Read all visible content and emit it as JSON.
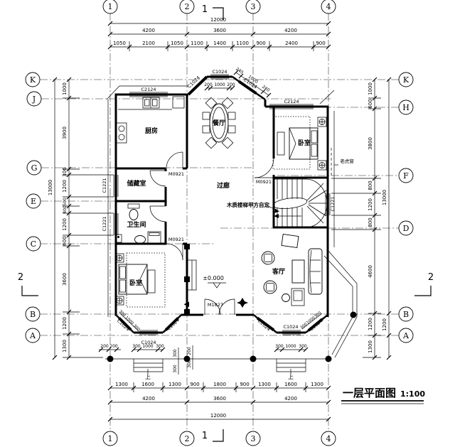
{
  "title": {
    "text": "一层平面图",
    "scale": "1:100"
  },
  "axes": {
    "cols": [
      "1",
      "2",
      "3",
      "4"
    ],
    "rows_left": [
      "K",
      "J",
      "G",
      "E",
      "C",
      "B",
      "A"
    ],
    "rows_right": [
      "K",
      "H",
      "F",
      "D",
      "B",
      "A"
    ]
  },
  "dims": {
    "top_overall": "12000",
    "top_mid": [
      "4200",
      "3600",
      "4200"
    ],
    "top_detail": [
      "1050",
      "2100",
      "1050",
      "1100",
      "1400",
      "1100",
      "900",
      "2400",
      "900"
    ],
    "bottom_detail": [
      "1300",
      "1600",
      "1300",
      "900",
      "1800",
      "900",
      "1300",
      "1600",
      "1300"
    ],
    "bottom_mid": [
      "4200",
      "3600",
      "4200"
    ],
    "bottom_overall": "12000",
    "left_overall": "13000",
    "left_chain": [
      "1000",
      "3900",
      "300",
      "1200",
      "500",
      "400",
      "1200",
      "600",
      "3600",
      "1200",
      "1300"
    ],
    "right_chain": [
      "1000",
      "600",
      "3800",
      "800",
      "1200",
      "800",
      "4600",
      "1200",
      "1300"
    ],
    "right_overall": "13000",
    "right_ba": "1200",
    "bay_top_window": [
      "200",
      "1000",
      "200"
    ],
    "bay_top_diag": [
      "240",
      "1000",
      "240"
    ],
    "bay_bl_diag": [
      "300",
      "1000",
      "300"
    ],
    "bay_bl_window": [
      "300",
      "1000",
      "300"
    ],
    "bay_lr_diag": [
      "300",
      "1000",
      "300"
    ],
    "bay_lr_window": [
      "300",
      "1000",
      "300"
    ],
    "porch_offsets": [
      "200",
      "200"
    ],
    "steps_axis2": [
      "300",
      "300",
      "200",
      "300"
    ]
  },
  "windows": {
    "kitchen": "C2124",
    "bedroom2": "C2124",
    "bay_top_l": "C1024",
    "bay_top_c": "C1024",
    "bay_top_r": "C1024",
    "left_upper": "C1221",
    "left_lower": "C1221",
    "stair": "C1221",
    "bay_bl_l": "C1024",
    "bay_bl_c": "C1024",
    "bay_bl_r": "C1024",
    "bay_lr_l": "C1024",
    "bay_lr_c": "C1024",
    "bay_lr_r": "C1024"
  },
  "doors": {
    "kitchen": "M0921",
    "bathroom": "M0921",
    "bedroom2": "M0921",
    "entry": "M1827"
  },
  "rooms": {
    "kitchen": "厨房",
    "dining": "餐厅",
    "bedroom2": "卧室",
    "storage": "储藏室",
    "bathroom": "卫生间",
    "corridor": "过廊",
    "bedroom1": "卧室",
    "living": "客厅"
  },
  "annotations": {
    "stair_note": "木质楼梯甲方自定",
    "dormer": "老虎窗",
    "level": "±0.000",
    "up_left": "上",
    "up_right": "上",
    "section1": "1",
    "section2": "2"
  }
}
